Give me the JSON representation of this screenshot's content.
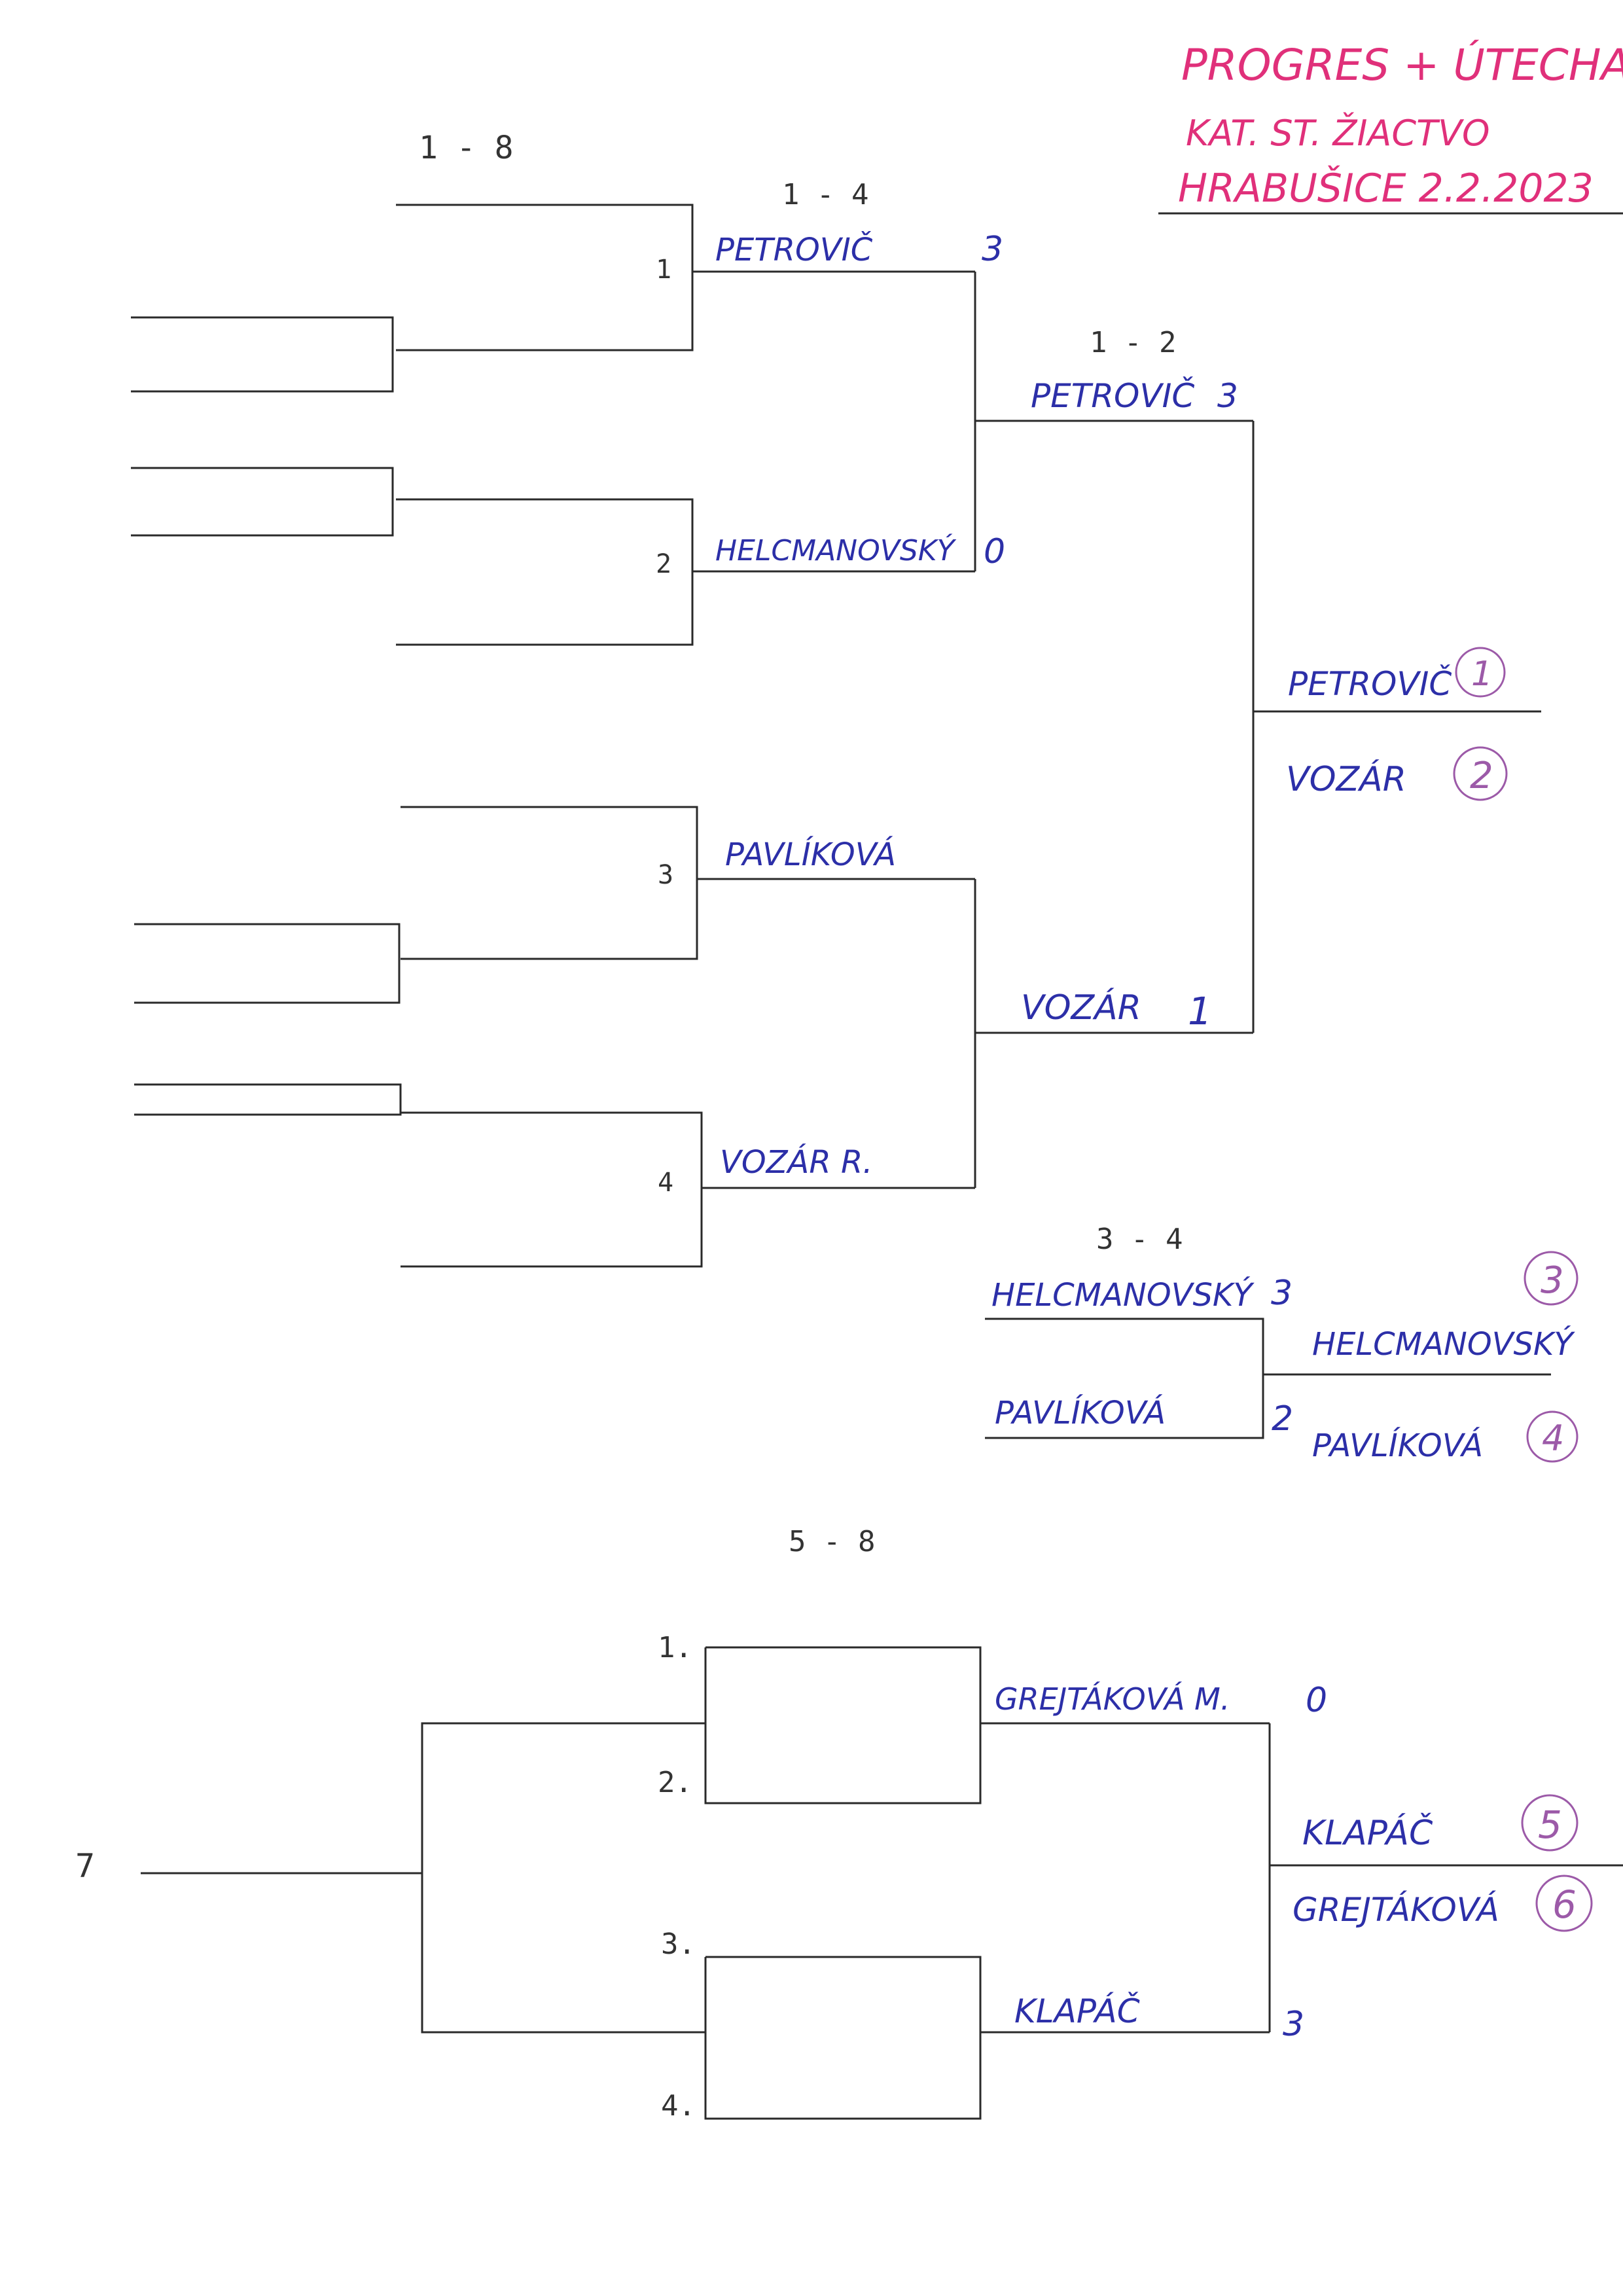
{
  "header": {
    "line1": "PROGRES + ÚTECHA",
    "line2": "KAT. ST. ŽIACTVO",
    "line3": "HRABUŠICE 2.2.2023"
  },
  "main_bracket": {
    "round_1_8_label": "1 - 8",
    "round_1_4_label": "1 - 4",
    "round_1_2_label": "1 - 2",
    "seeds": [
      "1",
      "2",
      "3",
      "4"
    ],
    "qf": [
      {
        "name": "PETROVIČ",
        "score": "3"
      },
      {
        "name": "HELCMANOVSKÝ",
        "score": "0"
      },
      {
        "name": "PAVLÍKOVÁ",
        "score": ""
      },
      {
        "name": "VOZÁR R.",
        "score": ""
      }
    ],
    "sf": [
      {
        "name": "PETROVIČ",
        "score": "3"
      },
      {
        "name": "VOZÁR",
        "score": "1"
      }
    ],
    "final": [
      {
        "name": "PETROVIČ",
        "place": "1"
      },
      {
        "name": "VOZÁR",
        "place": "2"
      }
    ]
  },
  "third_place": {
    "label": "3 - 4",
    "players": [
      {
        "name": "HELCMANOVSKÝ",
        "score": "3"
      },
      {
        "name": "PAVLÍKOVÁ",
        "score": "2"
      }
    ],
    "result": [
      {
        "name": "HELCMANOVSKÝ",
        "place": "3"
      },
      {
        "name": "PAVLÍKOVÁ",
        "place": "4"
      }
    ]
  },
  "consolation": {
    "label": "5 - 8",
    "seeds": [
      "1.",
      "2.",
      "3.",
      "4."
    ],
    "side_number": "7",
    "players": [
      {
        "name": "GREJTÁKOVÁ M.",
        "score": "0"
      },
      {
        "name": "KLAPÁČ",
        "score": "3"
      }
    ],
    "result": [
      {
        "name": "KLAPÁČ",
        "place": "5"
      },
      {
        "name": "GREJTÁKOVÁ",
        "place": "6"
      }
    ]
  }
}
